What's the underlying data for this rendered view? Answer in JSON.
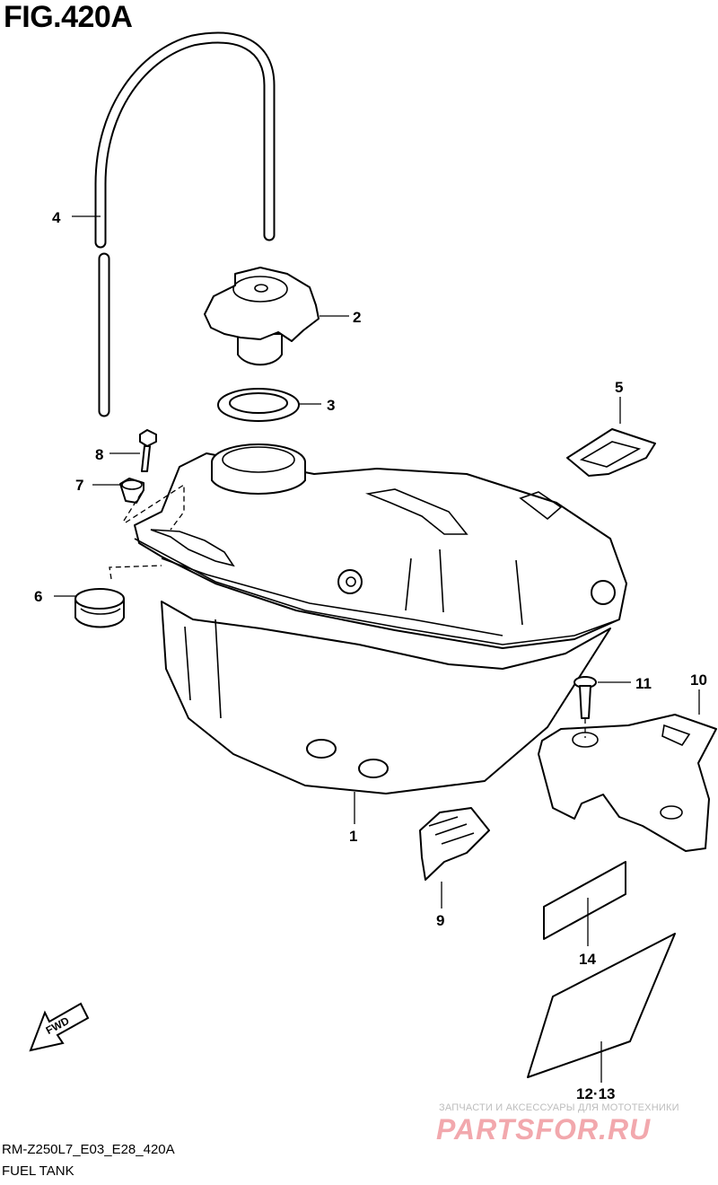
{
  "header": {
    "figure_title": "FIG.420A"
  },
  "callouts": [
    {
      "label": "1"
    },
    {
      "label": "2"
    },
    {
      "label": "3"
    },
    {
      "label": "4"
    },
    {
      "label": "5"
    },
    {
      "label": "6"
    },
    {
      "label": "7"
    },
    {
      "label": "8"
    },
    {
      "label": "9"
    },
    {
      "label": "10"
    },
    {
      "label": "11"
    },
    {
      "label": "12·13"
    },
    {
      "label": "14"
    }
  ],
  "fwd_arrow": {
    "label": "FWD"
  },
  "footer": {
    "code": "RM-Z250L7_E03_E28_420A",
    "title": "FUEL TANK"
  },
  "watermark": {
    "tagline": "ЗАПЧАСТИ И АКСЕССУАРЫ ДЛЯ МОТОТЕХНИКИ",
    "logo": "PARTSFOR.RU"
  }
}
